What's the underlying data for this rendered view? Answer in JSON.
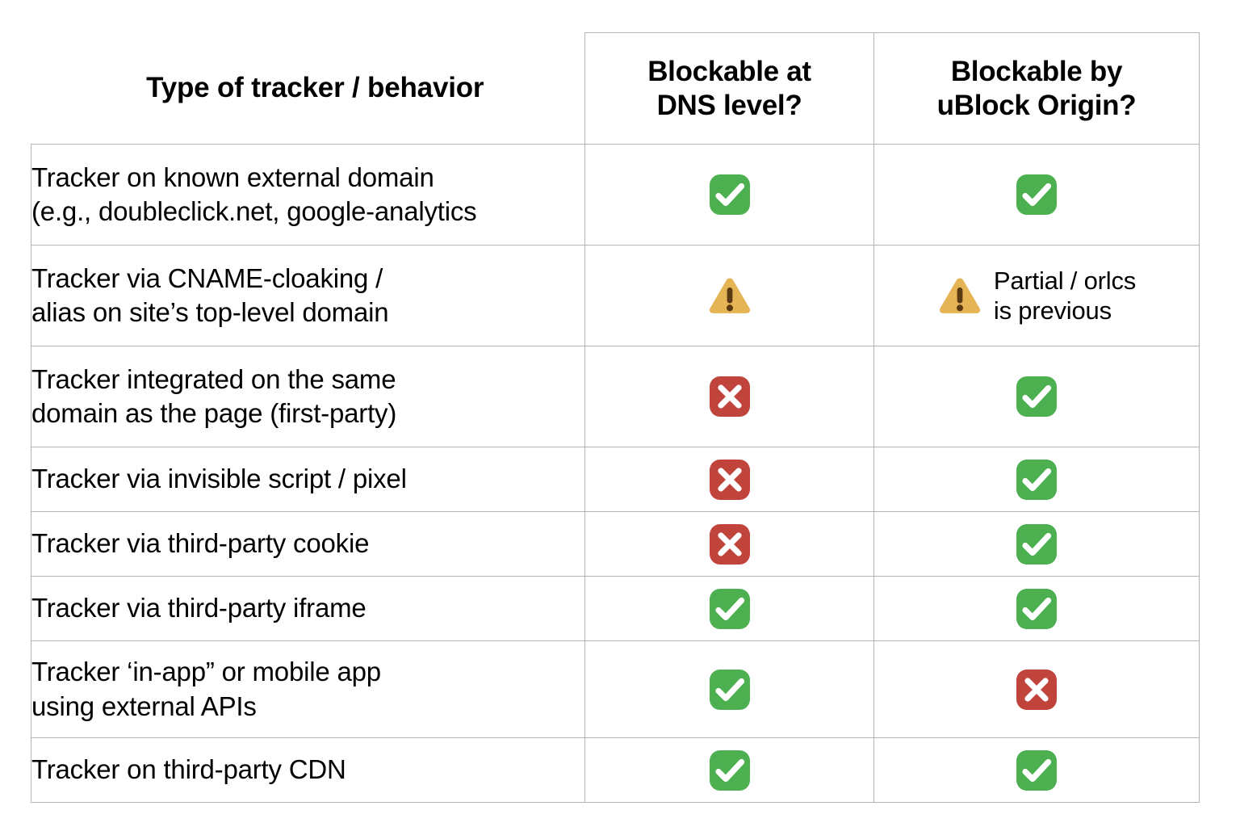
{
  "table": {
    "title": "Type of tracker / behavior",
    "columns": [
      {
        "id": "label",
        "header": "Type of tracker / behavior"
      },
      {
        "id": "dns",
        "header": "Blockable at\nDNS level?"
      },
      {
        "id": "ublock",
        "header": "Blockable by\nuBlock Origin?"
      }
    ],
    "rows": [
      {
        "label": "Tracker on known external domain\n(e.g., doubleclick.net, google-analytics",
        "dns": {
          "icon": "check-icon",
          "note": ""
        },
        "ublock": {
          "icon": "check-icon",
          "note": ""
        }
      },
      {
        "label": "Tracker via CNAME-cloaking /\nalias on site’s top-level domain",
        "dns": {
          "icon": "warning-icon",
          "note": ""
        },
        "ublock": {
          "icon": "warning-icon",
          "note": "Partial / orlcs\nis previous"
        }
      },
      {
        "label": "Tracker integrated on the same\ndomain as the page (first-party)",
        "dns": {
          "icon": "cross-icon",
          "note": ""
        },
        "ublock": {
          "icon": "check-icon",
          "note": ""
        }
      },
      {
        "label": "Tracker via invisible script / pixel",
        "dns": {
          "icon": "cross-icon",
          "note": ""
        },
        "ublock": {
          "icon": "check-icon",
          "note": ""
        }
      },
      {
        "label": "Tracker via third-party cookie",
        "dns": {
          "icon": "cross-icon",
          "note": ""
        },
        "ublock": {
          "icon": "check-icon",
          "note": ""
        }
      },
      {
        "label": "Tracker via third-party iframe",
        "dns": {
          "icon": "check-icon",
          "note": ""
        },
        "ublock": {
          "icon": "check-icon",
          "note": ""
        }
      },
      {
        "label": "Tracker ‘in-app” or mobile app\nusing external APIs",
        "dns": {
          "icon": "check-icon",
          "note": ""
        },
        "ublock": {
          "icon": "cross-icon",
          "note": ""
        }
      },
      {
        "label": "Tracker on third-party CDN",
        "dns": {
          "icon": "check-icon",
          "note": ""
        },
        "ublock": {
          "icon": "check-icon",
          "note": ""
        }
      }
    ]
  },
  "colors": {
    "check_green": "#4CAF50",
    "cross_red": "#C0443C",
    "warning_amber": "#E5B455",
    "warning_mark": "#5A3A13",
    "grid_line": "#b5b5b5",
    "text": "#000000",
    "page_background": "#ffffff"
  },
  "icon_legend": {
    "check-icon": "✅ green rounded square with white check",
    "cross-icon": "❌ red rounded square with white X",
    "warning-icon": "⚠️ amber triangle with dark exclamation mark"
  }
}
